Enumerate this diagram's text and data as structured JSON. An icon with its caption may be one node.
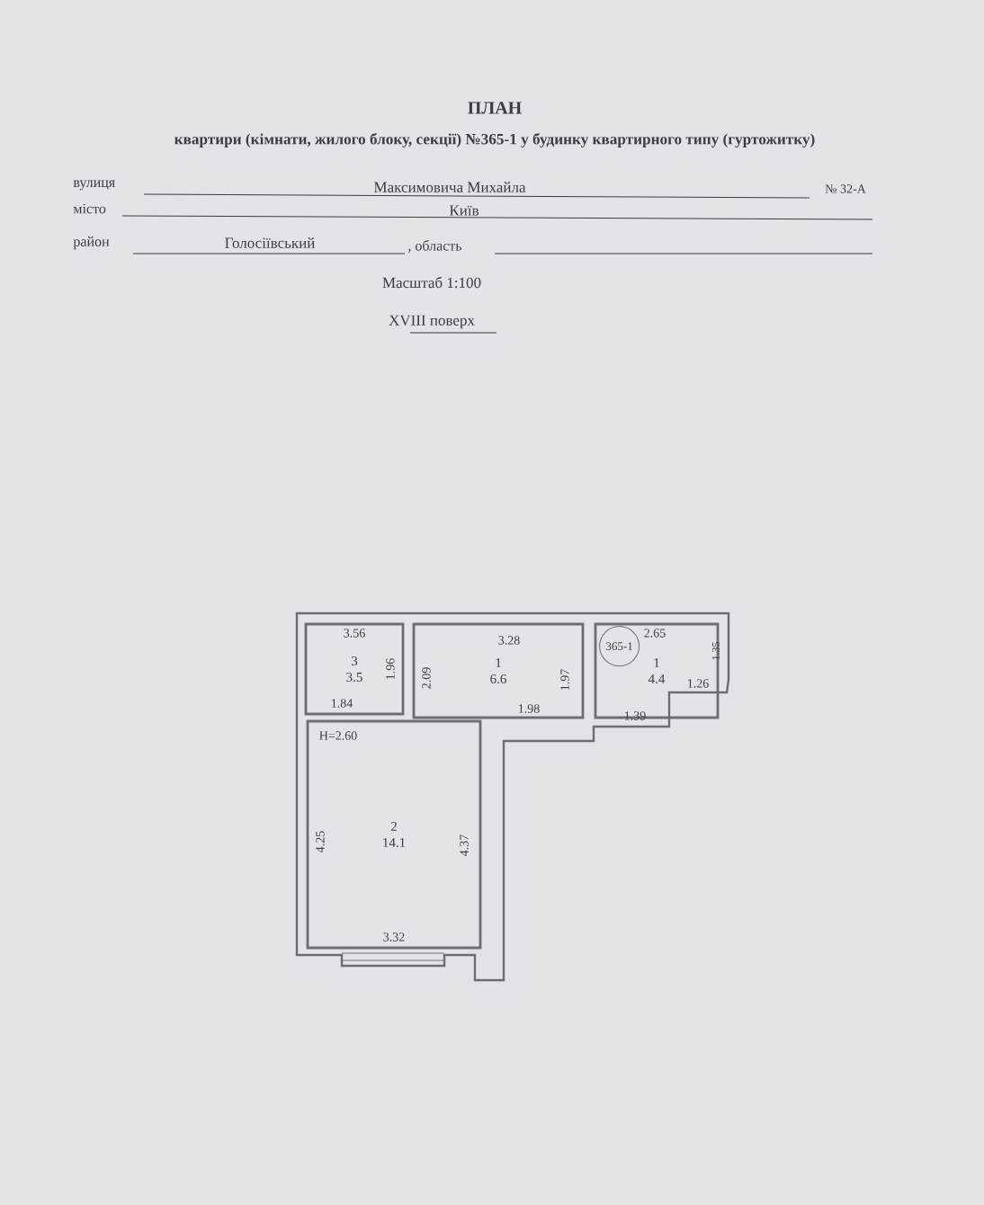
{
  "diagram": {
    "title": "ПЛАН",
    "nodes": [
      {
        "text": [
          "3",
          "3.5"
        ]
      },
      {
        "text": [
          "1",
          "6.6"
        ]
      },
      {
        "text": [
          "1",
          "4.4"
        ]
      },
      {
        "text": [
          "365-1"
        ],
        "in": 2
      },
      {
        "text": [
          "2",
          "14.1"
        ]
      }
    ],
    "labels": [
      "квартири (кімнати, жилого блоку, секції) №365-1 у будинку квартирного типу (гуртожитку)",
      "вулиця",
      "Максимовича Михайла",
      "№ 32-А",
      "місто",
      "Київ",
      "район",
      "Голосіївський",
      ", область",
      "Масштаб 1:100",
      "XVIII поверх",
      "3.56",
      "1.96",
      "2.09",
      "3.28",
      "1.97",
      "2.65",
      "1.35",
      "1.84",
      "1.98",
      "1.39",
      "1.26",
      "H=2.60",
      "4.25",
      "4.37",
      "3.32"
    ]
  }
}
